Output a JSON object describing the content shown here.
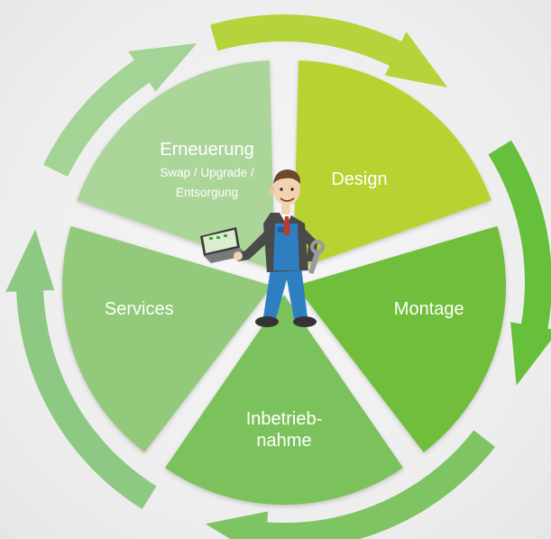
{
  "segments": [
    {
      "id": "design",
      "label_lines": [
        "Design"
      ],
      "color": "#b8d232",
      "arrow_color": "#b5d33a"
    },
    {
      "id": "montage",
      "label_lines": [
        "Montage"
      ],
      "color": "#6fbe3a",
      "arrow_color": "#67c03c"
    },
    {
      "id": "inbetriebnahme",
      "label_lines": [
        "Inbetrieb-",
        "nahme"
      ],
      "color": "#7cc25c",
      "arrow_color": "#7fc462"
    },
    {
      "id": "services",
      "label_lines": [
        "Services"
      ],
      "color": "#93c97a",
      "arrow_color": "#8dc982"
    },
    {
      "id": "erneuerung",
      "label_lines": [
        "Erneuerung"
      ],
      "sub_lines": [
        "Swap / Upgrade /",
        "Entsorgung"
      ],
      "color": "#acd59a",
      "arrow_color": "#a4d396"
    }
  ],
  "accent_colors": {
    "overalls": "#2e7fc1",
    "jacket": "#4a4a4a",
    "skin": "#f2d3b1",
    "laptop_screen": "#d8eecf"
  }
}
